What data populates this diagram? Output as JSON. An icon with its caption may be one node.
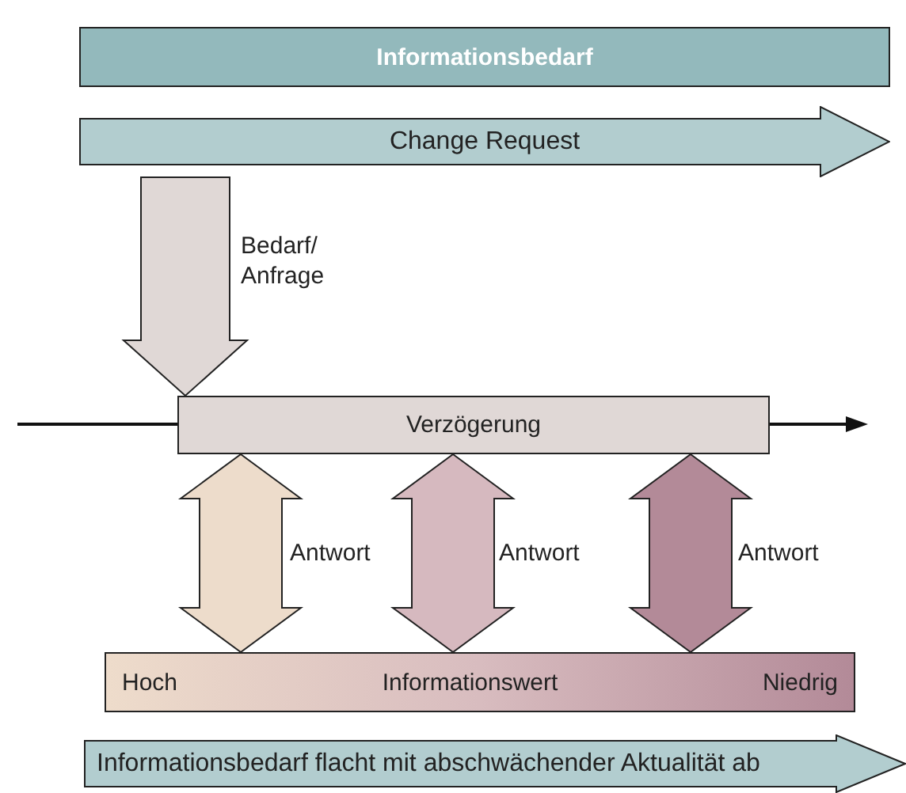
{
  "diagram": {
    "nodes": [
      {
        "text": [
          "Informationsbedarf"
        ]
      },
      {
        "text": [
          "Change Request"
        ]
      },
      {
        "text": [
          "Verzögerung"
        ]
      },
      {
        "text": [
          "Hoch",
          "Informationswert",
          "Niedrig"
        ]
      },
      {
        "text": [
          "Informationsbedarf flacht mit abschwächender Aktualität ab"
        ]
      }
    ],
    "edges": [
      {
        "from": 1,
        "to": 2,
        "arrow": "to",
        "label": "Bedarf/ Anfrage",
        "color": "#e0d8d6"
      },
      {
        "from": 2,
        "to": 3,
        "arrow": "both",
        "label": "Antwort",
        "color": "#eddccb"
      },
      {
        "from": 2,
        "to": 3,
        "arrow": "both",
        "label": "Antwort",
        "color": "#d6b9bf"
      },
      {
        "from": 2,
        "to": 3,
        "arrow": "both",
        "label": "Antwort",
        "color": "#b38a98"
      }
    ]
  }
}
